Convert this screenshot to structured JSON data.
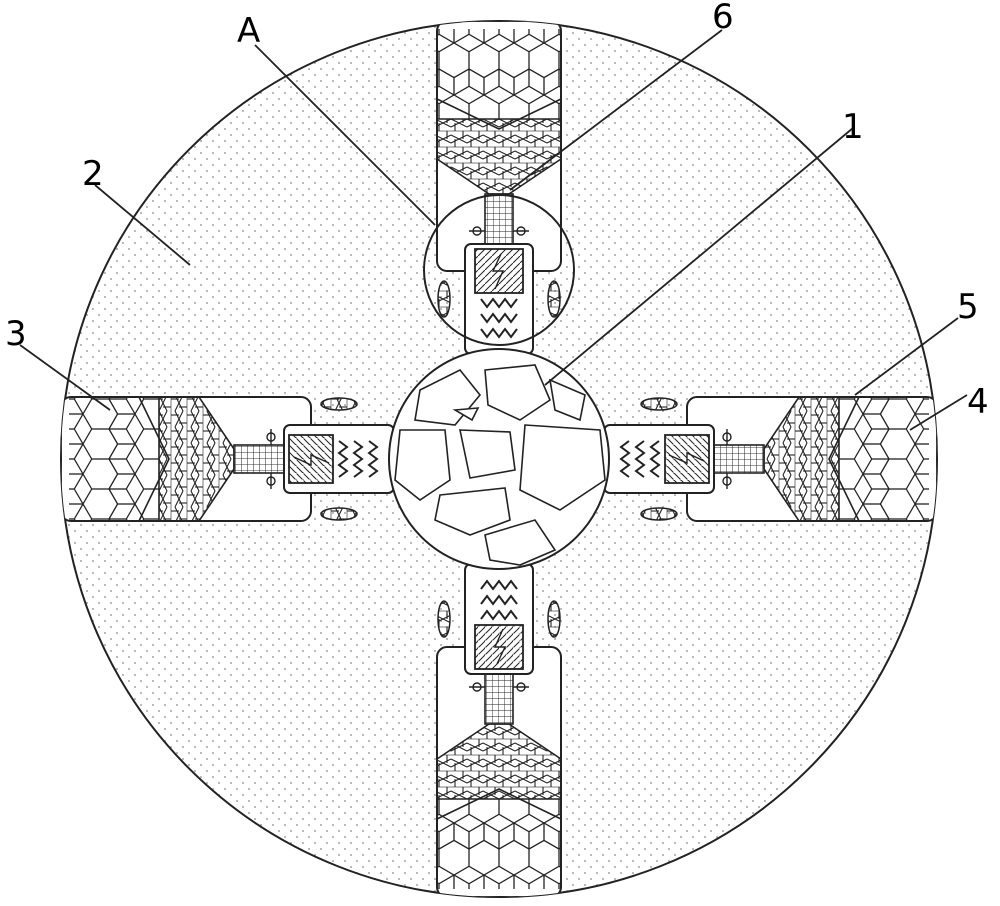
{
  "labels": {
    "l1": "1",
    "l2": "2",
    "l3": "3",
    "l4": "4",
    "l5": "5",
    "l6": "6",
    "lA": "A"
  },
  "colors": {
    "stroke": "#222222",
    "dots": "#888888",
    "background": "#ffffff"
  }
}
